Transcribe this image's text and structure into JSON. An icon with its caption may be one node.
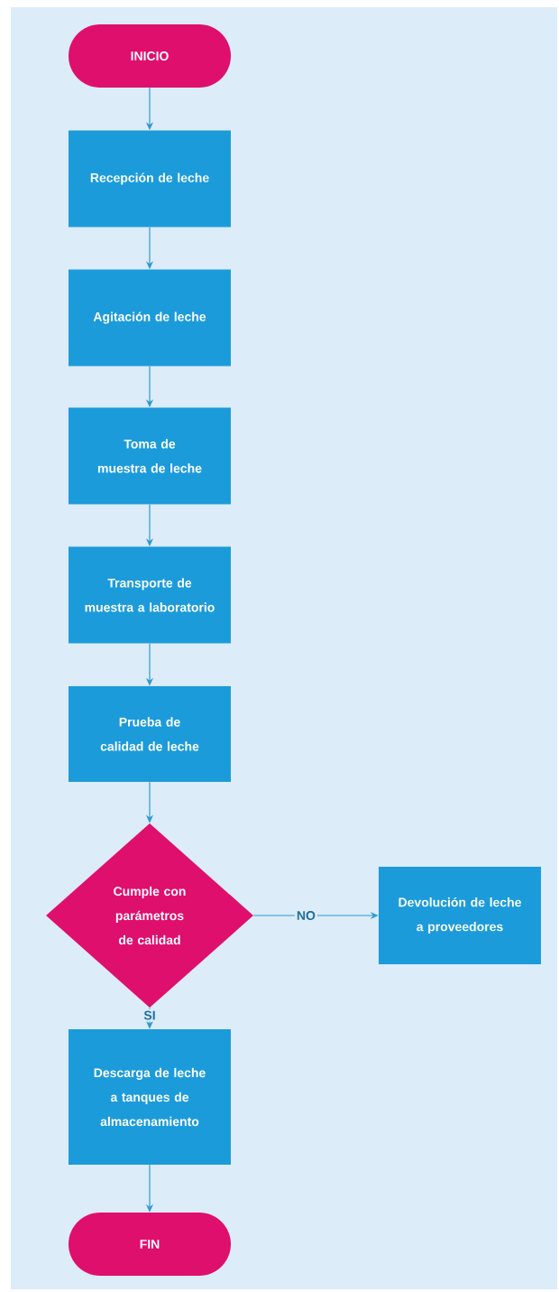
{
  "diagram": {
    "nodes": [
      {
        "text": [
          "INICIO"
        ]
      },
      {
        "text": [
          "Recepción de leche"
        ]
      },
      {
        "text": [
          "Agitación de leche"
        ]
      },
      {
        "text": [
          "Toma de muestra de leche"
        ]
      },
      {
        "text": [
          "Transporte de muestra a laboratorio"
        ]
      },
      {
        "text": [
          "Prueba de calidad de leche"
        ]
      },
      {
        "text": [
          "Cumple con parámetros de calidad"
        ]
      },
      {
        "text": [
          "Devolución de leche a proveedores"
        ]
      },
      {
        "text": [
          "Descarga de leche a tanques de almacenamiento"
        ]
      },
      {
        "text": [
          "FIN"
        ]
      }
    ],
    "edges": [
      {
        "from": 0,
        "to": 1,
        "arrow": "to"
      },
      {
        "from": 1,
        "to": 2,
        "arrow": "to"
      },
      {
        "from": 2,
        "to": 3,
        "arrow": "to"
      },
      {
        "from": 3,
        "to": 4,
        "arrow": "to"
      },
      {
        "from": 4,
        "to": 5,
        "arrow": "to"
      },
      {
        "from": 5,
        "to": 6,
        "arrow": "to"
      },
      {
        "from": 6,
        "to": 7,
        "arrow": "to",
        "label": "NO"
      },
      {
        "from": 6,
        "to": 8,
        "arrow": "to",
        "label": "SI"
      },
      {
        "from": 8,
        "to": 9,
        "arrow": "to"
      }
    ]
  }
}
